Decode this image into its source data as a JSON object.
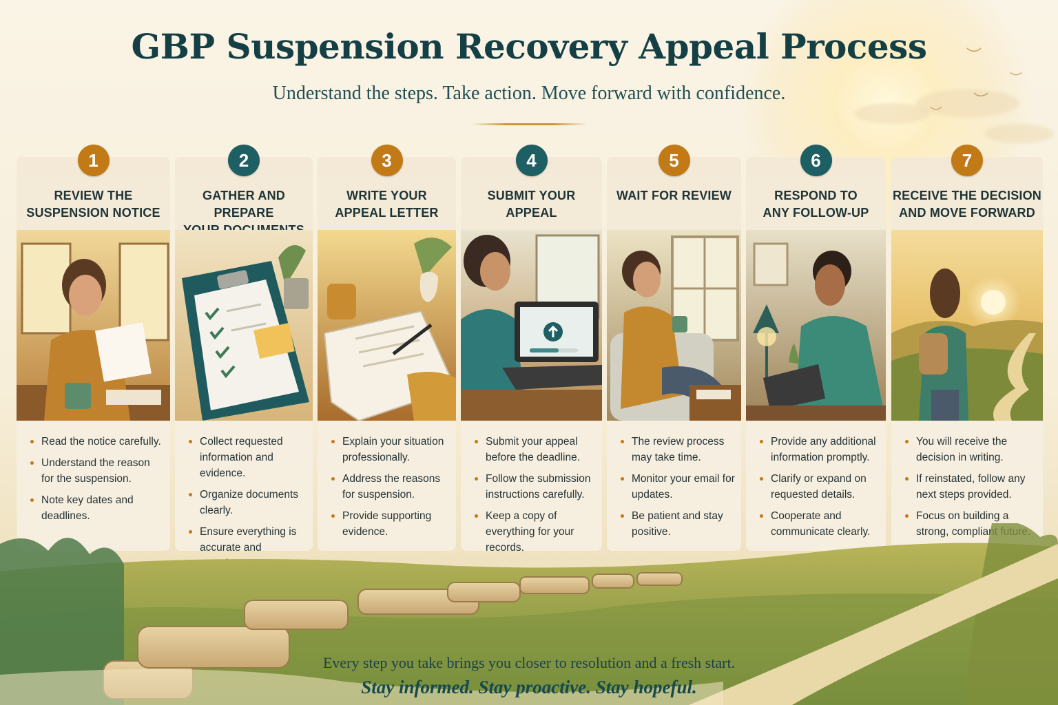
{
  "header": {
    "title": "GBP Suspension Recovery Appeal Process",
    "subtitle": "Understand the steps. Take action. Move forward with confidence."
  },
  "colors": {
    "title": "#143f45",
    "badge_orange": "#c27a17",
    "badge_teal": "#1e5f63",
    "bullet": "#c27a17",
    "background": "#faf4e6"
  },
  "steps": [
    {
      "number": "1",
      "title_line1": "REVIEW THE",
      "title_line2": "SUSPENSION NOTICE",
      "bullets": [
        "Read the notice carefully.",
        "Understand the reason for the suspension.",
        "Note key dates and deadlines."
      ]
    },
    {
      "number": "2",
      "title_line1": "GATHER AND PREPARE",
      "title_line2": "YOUR DOCUMENTS",
      "bullets": [
        "Collect requested information and evidence.",
        "Organize documents clearly.",
        "Ensure everything is accurate and complete."
      ]
    },
    {
      "number": "3",
      "title_line1": "WRITE YOUR",
      "title_line2": "APPEAL LETTER",
      "bullets": [
        "Explain your situation professionally.",
        "Address the reasons for suspension.",
        "Provide supporting evidence."
      ]
    },
    {
      "number": "4",
      "title_line1": "SUBMIT YOUR",
      "title_line2": "APPEAL",
      "bullets": [
        "Submit your appeal before the deadline.",
        "Follow the submission instructions carefully.",
        "Keep a copy of everything for your records."
      ]
    },
    {
      "number": "5",
      "title_line1": "WAIT FOR REVIEW",
      "title_line2": "",
      "bullets": [
        "The review process may take time.",
        "Monitor your email for updates.",
        "Be patient and stay positive."
      ]
    },
    {
      "number": "6",
      "title_line1": "RESPOND TO",
      "title_line2": "ANY FOLLOW-UP",
      "bullets": [
        "Provide any additional information promptly.",
        "Clarify or expand on requested details.",
        "Cooperate and communicate clearly."
      ]
    },
    {
      "number": "7",
      "title_line1": "RECEIVE THE DECISION",
      "title_line2": "AND MOVE FORWARD",
      "bullets": [
        "You will receive the decision in writing.",
        "If reinstated, follow any next steps provided.",
        "Focus on building a strong, compliant future."
      ]
    }
  ],
  "icons": [
    "bird-icon",
    "sun-icon",
    "stepping-stone-path-icon"
  ],
  "footer": {
    "line": "Every step you take brings you closer to resolution and a fresh start.",
    "tagline": "Stay informed. Stay proactive. Stay hopeful."
  }
}
